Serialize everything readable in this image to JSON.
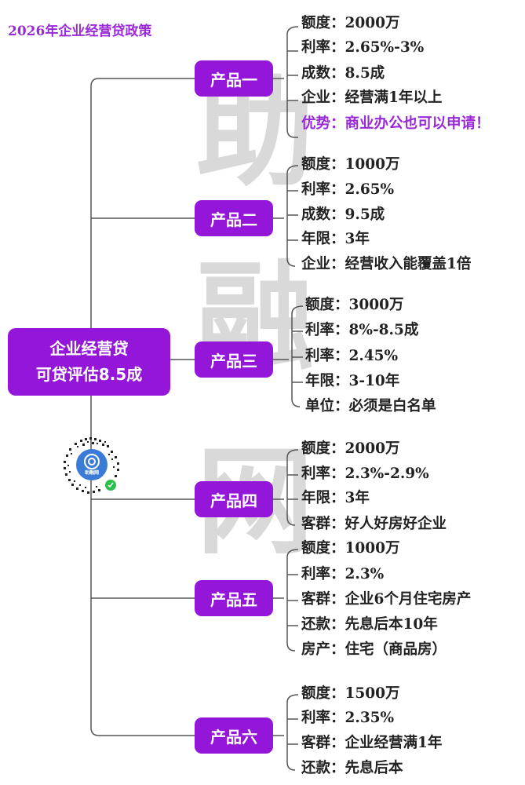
{
  "title": "2026年企业经营贷政策",
  "watermark": [
    "助",
    "融",
    "网"
  ],
  "root": {
    "line1": "企业经营贷",
    "line2": "可贷评估8.5成"
  },
  "qr_logo_text": "助融网",
  "products": [
    {
      "label": "产品一",
      "items": [
        "额度：2000万",
        "利率：2.65%-3%",
        "成数：8.5成",
        "企业：经营满1年以上",
        "优势：商业办公也可以申请！"
      ]
    },
    {
      "label": "产品二",
      "items": [
        "额度：1000万",
        "利率：2.65%",
        "成数：9.5成",
        "年限：3年",
        "企业：经营收入能覆盖1倍"
      ]
    },
    {
      "label": "产品三",
      "items": [
        "额度：3000万",
        "利率：8%-8.5成",
        "利率：2.45%",
        "年限：3-10年",
        "单位：必须是白名单"
      ]
    },
    {
      "label": "产品四",
      "items": [
        "额度：2000万",
        "利率：2.3%-2.9%",
        "年限：3年",
        "客群：好人好房好企业"
      ]
    },
    {
      "label": "产品五",
      "items": [
        "额度：1000万",
        "利率：2.3%",
        "客群：企业6个月住宅房产",
        "还款：先息后本10年",
        "房产：住宅（商品房）"
      ]
    },
    {
      "label": "产品六",
      "items": [
        "额度：1500万",
        "利率：2.35%",
        "客群：企业经营满1年",
        "还款：先息后本"
      ]
    }
  ],
  "colors": {
    "accent": "#9416d9",
    "highlight_text": "#9a2ad8",
    "lines": "#555555",
    "watermark": "#d9d9d9"
  }
}
